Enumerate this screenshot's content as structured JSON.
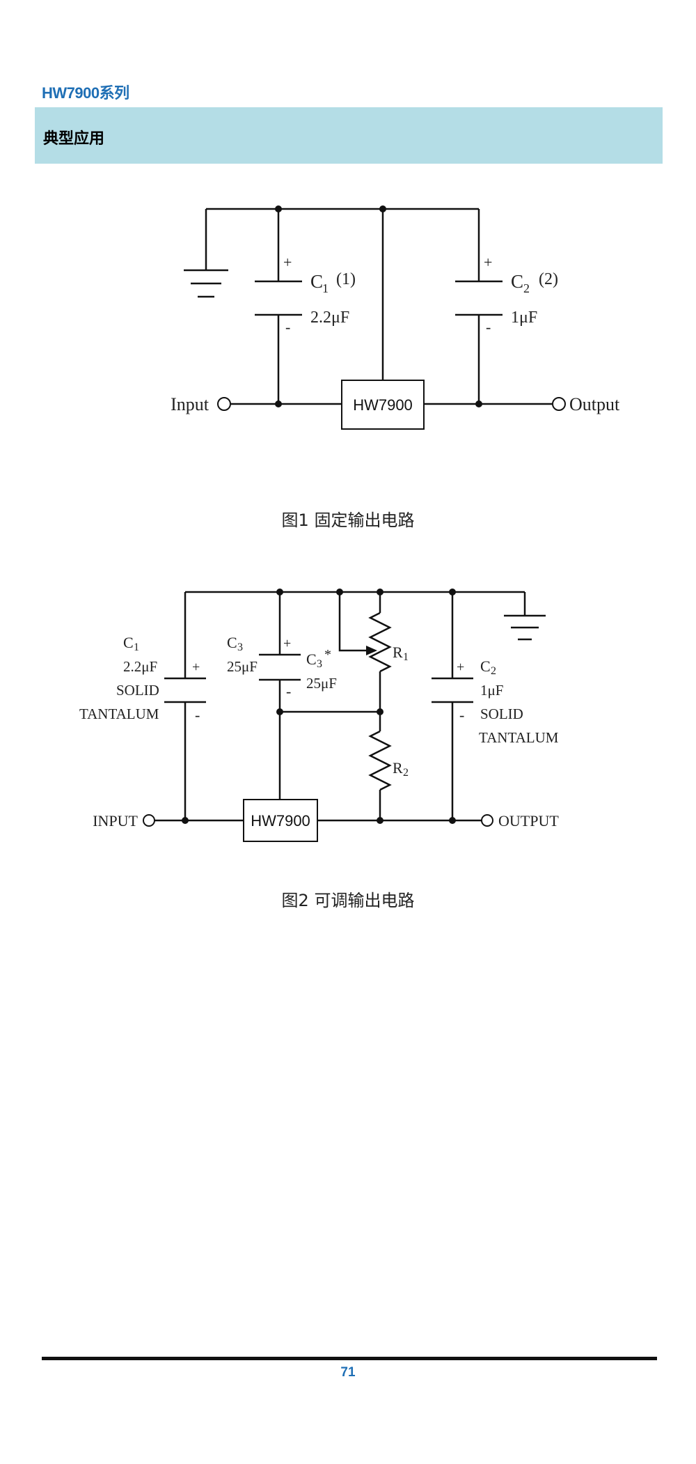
{
  "header": {
    "series_title": "HW7900系列"
  },
  "section": {
    "title": "典型应用"
  },
  "figure1": {
    "caption": "图1 固定输出电路",
    "ic_label": "HW7900",
    "input_label": "Input",
    "output_label": "Output",
    "c1": {
      "name": "C",
      "sub": "1",
      "note": "(1)",
      "value": "2.2μF",
      "plus": "+",
      "minus": "-"
    },
    "c2": {
      "name": "C",
      "sub": "2",
      "note": "(2)",
      "value": "1μF",
      "plus": "+",
      "minus": "-"
    }
  },
  "figure2": {
    "caption": "图2 可调输出电路",
    "ic_label": "HW7900",
    "input_label": "INPUT",
    "output_label": "OUTPUT",
    "c1": {
      "name": "C",
      "sub": "1",
      "value": "2.2μF",
      "type1": "SOLID",
      "type2": "TANTALUM",
      "plus": "+",
      "minus": "-"
    },
    "c3": {
      "name": "C",
      "sub": "3",
      "value": "25μF",
      "plus": "+",
      "minus": "-"
    },
    "c3_star": {
      "name": "C",
      "sub": "3",
      "star": "*",
      "value": "25μF"
    },
    "r1": {
      "name": "R",
      "sub": "1"
    },
    "r2": {
      "name": "R",
      "sub": "2"
    },
    "c2": {
      "name": "C",
      "sub": "2",
      "value": "1μF",
      "type1": "SOLID",
      "type2": "TANTALUM",
      "plus": "+",
      "minus": "-"
    }
  },
  "footer": {
    "page_number": "71"
  }
}
